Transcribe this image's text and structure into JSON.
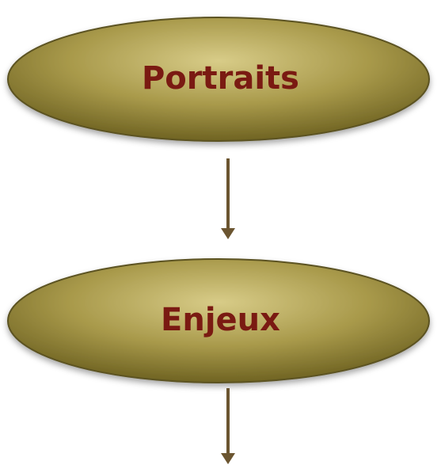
{
  "nodes": [
    {
      "id": "portraits",
      "label": "Portraits"
    },
    {
      "id": "enjeux",
      "label": "Enjeux"
    }
  ],
  "edges": [
    {
      "from": "portraits",
      "to": "enjeux"
    },
    {
      "from": "enjeux",
      "to": ""
    }
  ],
  "colors": {
    "node_fill_light": "#cdc07a",
    "node_fill_mid": "#a8994a",
    "node_fill_dark": "#6f6322",
    "node_stroke": "#5b5220",
    "arrow": "#6b5530",
    "text": "#7a1a12"
  }
}
